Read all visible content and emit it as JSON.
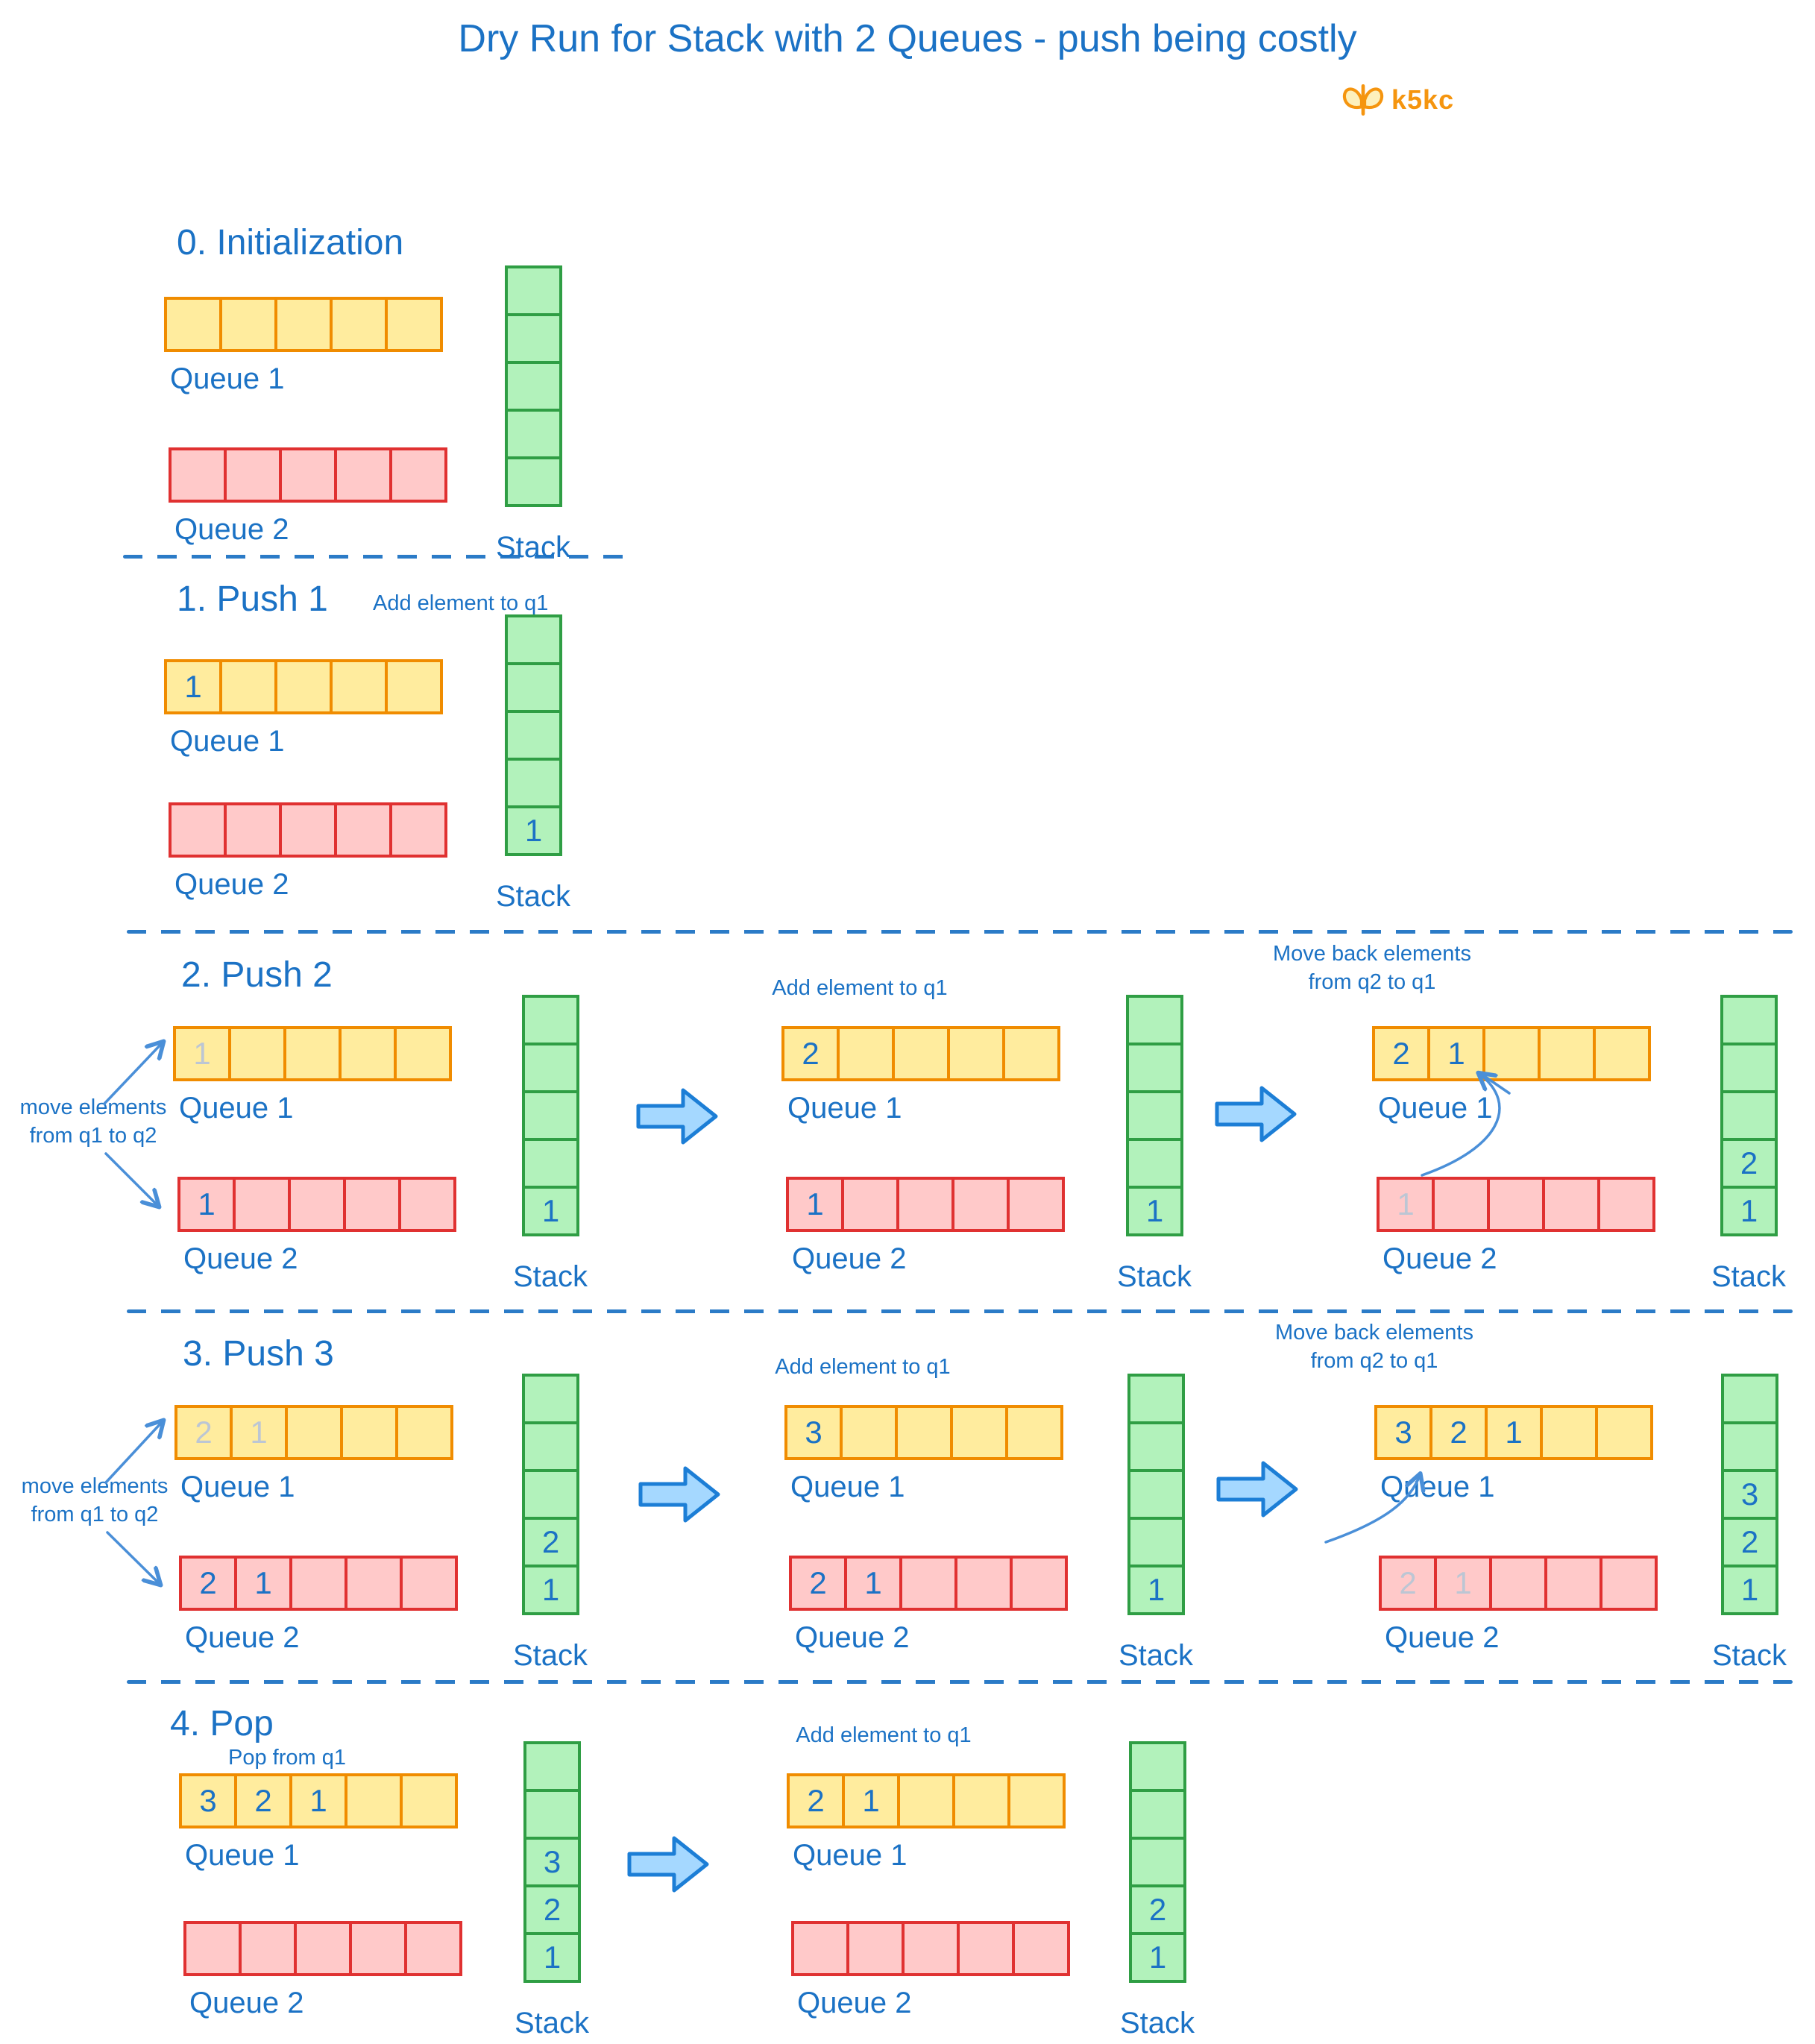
{
  "title": "Dry Run for Stack with 2 Queues - push being costly",
  "brand": {
    "name": "k5kc"
  },
  "shared_labels": {
    "queue1": "Queue 1",
    "queue2": "Queue 2",
    "stack": "Stack"
  },
  "colors": {
    "text_blue": "#1b72c5",
    "queue1_fill": "#ffec9e",
    "queue1_border": "#f08c00",
    "queue2_fill": "#ffc9c9",
    "queue2_border": "#e03131",
    "stack_fill": "#b2f2bb",
    "stack_border": "#2f9e44",
    "big_arrow_fill": "#a5d8ff",
    "big_arrow_border": "#1c7ed6",
    "thin_arrow": "#4a8fd8",
    "separator_blue": "#2b7bc7",
    "logo_orange": "#f5950f",
    "faded_value": "#bcc6d4"
  },
  "sections": [
    {
      "heading": "0. Initialization",
      "variants": [
        {
          "queue1": [
            null,
            null,
            null,
            null,
            null
          ],
          "queue2": [
            null,
            null,
            null,
            null,
            null
          ],
          "stack": [
            null,
            null,
            null,
            null,
            null
          ]
        }
      ]
    },
    {
      "heading": "1. Push 1",
      "heading_annotation": "Add element to q1",
      "variants": [
        {
          "queue1": [
            {
              "v": "1"
            },
            null,
            null,
            null,
            null
          ],
          "queue2": [
            null,
            null,
            null,
            null,
            null
          ],
          "stack": [
            null,
            null,
            null,
            null,
            {
              "v": "1"
            }
          ]
        }
      ]
    },
    {
      "heading": "2. Push 2",
      "variants": [
        {
          "annotation": [
            "move elements",
            "from q1 to q2"
          ],
          "queue1": [
            {
              "v": "1",
              "faded": true
            },
            null,
            null,
            null,
            null
          ],
          "queue2": [
            {
              "v": "1"
            },
            null,
            null,
            null,
            null
          ],
          "stack": [
            null,
            null,
            null,
            null,
            {
              "v": "1"
            }
          ]
        },
        {
          "annotation": [
            "Add element to q1"
          ],
          "big_arrow": true,
          "queue1": [
            {
              "v": "2"
            },
            null,
            null,
            null,
            null
          ],
          "queue2": [
            {
              "v": "1"
            },
            null,
            null,
            null,
            null
          ],
          "stack": [
            null,
            null,
            null,
            null,
            {
              "v": "1"
            }
          ]
        },
        {
          "annotation": [
            "Move back elements",
            "from q2 to q1"
          ],
          "big_arrow": true,
          "curved_arrow": true,
          "queue1": [
            {
              "v": "2"
            },
            {
              "v": "1"
            },
            null,
            null,
            null
          ],
          "queue2": [
            {
              "v": "1",
              "faded": true
            },
            null,
            null,
            null,
            null
          ],
          "stack": [
            null,
            null,
            null,
            {
              "v": "2"
            },
            {
              "v": "1"
            }
          ]
        }
      ]
    },
    {
      "heading": "3. Push 3",
      "variants": [
        {
          "annotation": [
            "move elements",
            "from q1 to q2"
          ],
          "queue1": [
            {
              "v": "2",
              "faded": true
            },
            {
              "v": "1",
              "faded": true
            },
            null,
            null,
            null
          ],
          "queue2": [
            {
              "v": "2"
            },
            {
              "v": "1"
            },
            null,
            null,
            null
          ],
          "stack": [
            null,
            null,
            null,
            {
              "v": "2"
            },
            {
              "v": "1"
            }
          ]
        },
        {
          "annotation": [
            "Add element to q1"
          ],
          "big_arrow": true,
          "queue1": [
            {
              "v": "3"
            },
            null,
            null,
            null,
            null
          ],
          "queue2": [
            {
              "v": "2"
            },
            {
              "v": "1"
            },
            null,
            null,
            null
          ],
          "stack": [
            null,
            null,
            null,
            null,
            {
              "v": "1"
            }
          ]
        },
        {
          "annotation": [
            "Move back elements",
            "from q2 to q1"
          ],
          "big_arrow": true,
          "curved_arrow": true,
          "queue1": [
            {
              "v": "3"
            },
            {
              "v": "2"
            },
            {
              "v": "1"
            },
            null,
            null
          ],
          "queue2": [
            {
              "v": "2",
              "faded": true
            },
            {
              "v": "1",
              "faded": true
            },
            null,
            null,
            null
          ],
          "stack": [
            null,
            null,
            {
              "v": "3"
            },
            {
              "v": "2"
            },
            {
              "v": "1"
            }
          ]
        }
      ]
    },
    {
      "heading": "4. Pop",
      "variants": [
        {
          "annotation": [
            "Pop from q1"
          ],
          "queue1": [
            {
              "v": "3"
            },
            {
              "v": "2"
            },
            {
              "v": "1"
            },
            null,
            null
          ],
          "queue2": [
            null,
            null,
            null,
            null,
            null
          ],
          "stack": [
            null,
            null,
            {
              "v": "3"
            },
            {
              "v": "2"
            },
            {
              "v": "1"
            }
          ]
        },
        {
          "annotation": [
            "Add element to q1"
          ],
          "big_arrow": true,
          "queue1": [
            {
              "v": "2"
            },
            {
              "v": "1"
            },
            null,
            null,
            null
          ],
          "queue2": [
            null,
            null,
            null,
            null,
            null
          ],
          "stack": [
            null,
            null,
            null,
            {
              "v": "2"
            },
            {
              "v": "1"
            }
          ]
        }
      ]
    }
  ]
}
